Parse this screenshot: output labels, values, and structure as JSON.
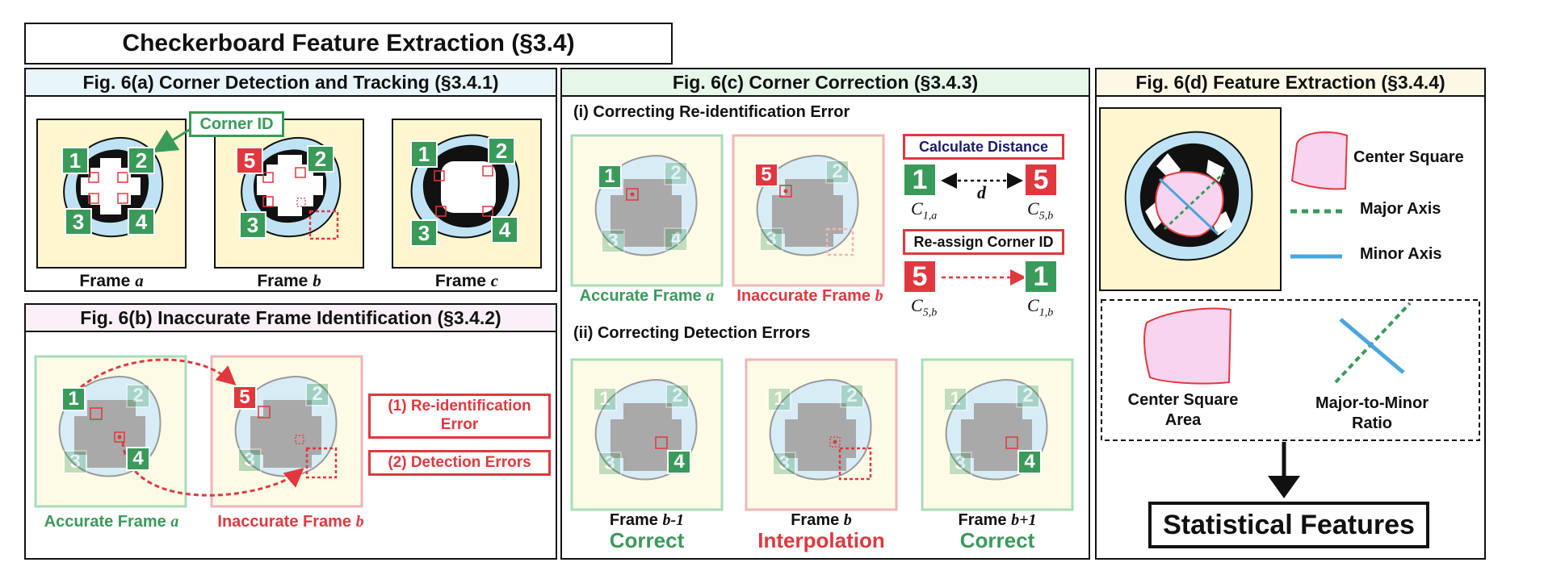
{
  "title": "Checkerboard Feature Extraction (§3.4)",
  "colors": {
    "green": "#3a9a5a",
    "red": "#e0383e",
    "cream": "#fdf6cf",
    "light_blue": "#bfe3f5",
    "pink": "#f8d4ef",
    "head_blue": "#e8f6fb",
    "head_green": "#e6f7ea",
    "head_pink": "#fbf0f8",
    "head_cream": "#fdf8e6",
    "minor_blue": "#4aa6de",
    "navy": "#1c1c6b"
  },
  "panel_a": {
    "heading": "Fig. 6(a) Corner Detection and Tracking (§3.4.1)",
    "callout": "Corner ID",
    "frames": [
      {
        "label": "Frame",
        "var": "a",
        "ids": [
          "1",
          "2",
          "3",
          "4"
        ]
      },
      {
        "label": "Frame",
        "var": "b",
        "ids": [
          "5",
          "2",
          "3"
        ]
      },
      {
        "label": "Frame",
        "var": "c",
        "ids": [
          "1",
          "2",
          "3",
          "4"
        ]
      }
    ]
  },
  "panel_b": {
    "heading": "Fig. 6(b) Inaccurate Frame Identification (§3.4.2)",
    "errors": [
      "(1) Re-identification Error",
      "(2) Detection Errors"
    ],
    "frame_accurate": {
      "text": "Accurate Frame",
      "var": "a"
    },
    "frame_inaccurate": {
      "text": "Inaccurate Frame",
      "var": "b"
    },
    "ids_accurate": [
      "1",
      "2",
      "3",
      "4"
    ],
    "ids_inaccurate": [
      "5",
      "2",
      "3"
    ]
  },
  "panel_c": {
    "heading": "Fig. 6(c) Corner Correction (§3.4.3)",
    "sub_i": "(i) Correcting Re-identification Error",
    "sub_ii": "(ii) Correcting Detection Errors",
    "calc_distance": "Calculate Distance",
    "reassign": "Re-assign Corner ID",
    "distance_var": "d",
    "ids_accurate": [
      "1",
      "2",
      "3",
      "4"
    ],
    "ids_inaccurate": [
      "5",
      "2",
      "3"
    ],
    "id_1": "1",
    "id_5": "5",
    "c1a": {
      "base": "C",
      "sub": "1,a"
    },
    "c5b": {
      "base": "C",
      "sub": "5,b"
    },
    "c5b_2": {
      "base": "C",
      "sub": "5,b"
    },
    "c1b": {
      "base": "C",
      "sub": "1,b"
    },
    "frame_accurate": {
      "text": "Accurate Frame",
      "var": "a"
    },
    "frame_inaccurate": {
      "text": "Inaccurate Frame",
      "var": "b"
    },
    "detect_frames": [
      {
        "label": "Frame",
        "var": "b-1",
        "status": "Correct"
      },
      {
        "label": "Frame",
        "var": "b",
        "status": "Interpolation"
      },
      {
        "label": "Frame",
        "var": "b+1",
        "status": "Correct"
      }
    ],
    "detect_ids": [
      [
        "1",
        "2",
        "3",
        "4"
      ],
      [
        "1",
        "2",
        "3"
      ],
      [
        "1",
        "2",
        "3",
        "4"
      ]
    ]
  },
  "panel_d": {
    "heading": "Fig. 6(d) Feature Extraction (§3.4.4)",
    "legend": [
      "Center Square",
      "Major Axis",
      "Minor Axis"
    ],
    "feature_1": [
      "Center Square",
      "Area"
    ],
    "feature_2": [
      "Major-to-Minor",
      "Ratio"
    ],
    "output": "Statistical Features"
  }
}
